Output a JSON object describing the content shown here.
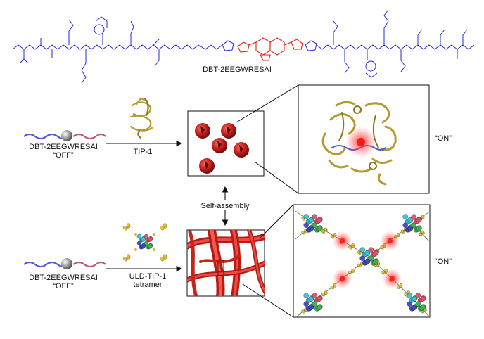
{
  "molecule": {
    "name": "DBT-2EEGWRESAI",
    "left_color": "#2a2ad0",
    "core_color": "#e0201a",
    "right_color": "#2a2ad0"
  },
  "top_row": {
    "probe_name": "DBT-2EEGWRESAI",
    "probe_state": "“OFF”",
    "protein_label": "TIP-1",
    "state_label": "“ON”"
  },
  "bottom_row": {
    "probe_name": "DBT-2EEGWRESAI",
    "probe_state": "“OFF”",
    "protein_label_line1": "ULD-TIP-1",
    "protein_label_line2": "tetramer",
    "state_label": "“ON”"
  },
  "middle": {
    "process_label": "Self-assembly"
  },
  "colors": {
    "probe_chain_blue": "#4f5bd5",
    "probe_chain_pink": "#c8507a",
    "probe_ball": "#9a9a9a",
    "sphere_red": "#c81e1e",
    "fiber_red": "#e0302a",
    "protein_gold": "#b59a32",
    "glow_red": "#ff2020",
    "tetramer_cyan": "#35c6d6",
    "tetramer_green": "#35b54a",
    "tetramer_pink": "#e24f6b",
    "tetramer_blue": "#3a47c8",
    "tetramer_gold": "#e5c23a"
  }
}
